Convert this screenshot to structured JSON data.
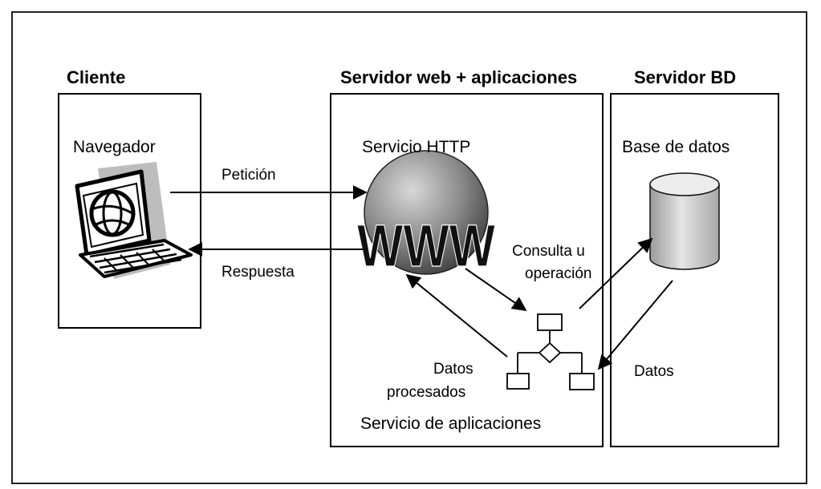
{
  "headers": {
    "client": "Cliente",
    "web_app_server": "Servidor web + aplicaciones",
    "db_server": "Servidor BD"
  },
  "labels": {
    "browser": "Navegador",
    "http_service": "Servicio HTTP",
    "database": "Base de datos",
    "request": "Petición",
    "response": "Respuesta",
    "query_line1": "Consulta u",
    "query_line2": "operación",
    "processed_line1": "Datos",
    "processed_line2": "procesados",
    "data": "Datos",
    "app_service": "Servicio de aplicaciones",
    "www": "WWW"
  },
  "icons": {
    "browser": "computer-globe-icon",
    "http": "www-globe-icon",
    "database": "database-cylinder-icon",
    "flowchart": "flowchart-icon"
  }
}
